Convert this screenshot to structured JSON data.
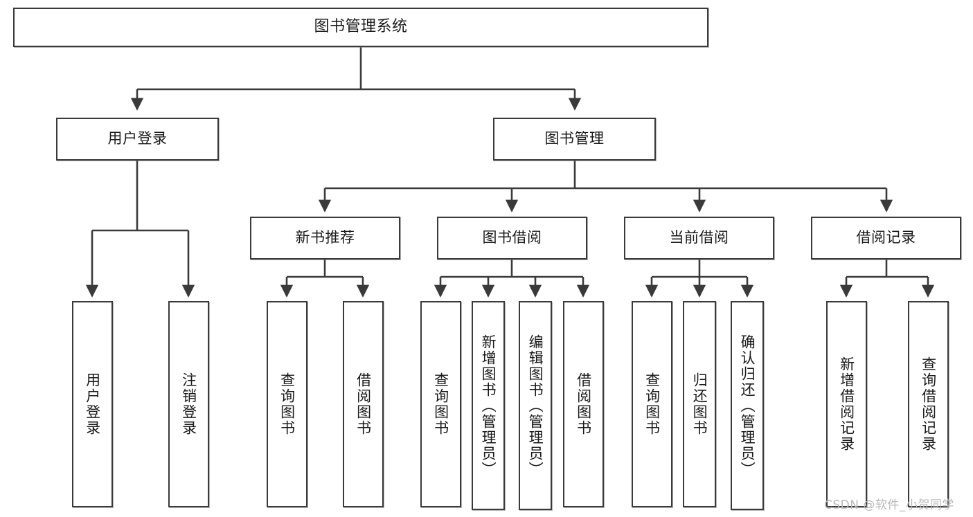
{
  "diagram": {
    "title": "图书管理系统",
    "type": "tree-hierarchy-diagram",
    "root": {
      "label": "图书管理系统"
    },
    "level1": [
      {
        "label": "用户登录"
      },
      {
        "label": "图书管理"
      }
    ],
    "level2": [
      {
        "label": "新书推荐"
      },
      {
        "label": "图书借阅"
      },
      {
        "label": "当前借阅"
      },
      {
        "label": "借阅记录"
      }
    ],
    "leaves_user_login": [
      {
        "label": "用户登录"
      },
      {
        "label": "注销登录"
      }
    ],
    "leaves_new_books": [
      {
        "label": "查询图书"
      },
      {
        "label": "借阅图书"
      }
    ],
    "leaves_borrow": [
      {
        "label": "查询图书"
      },
      {
        "label": "新增图书（管理员）"
      },
      {
        "label": "编辑图书（管理员）"
      },
      {
        "label": "借阅图书"
      }
    ],
    "leaves_current": [
      {
        "label": "查询图书"
      },
      {
        "label": "归还图书"
      },
      {
        "label": "确认归还（管理员）"
      }
    ],
    "leaves_records": [
      {
        "label": "新增借阅记录"
      },
      {
        "label": "查询借阅记录"
      }
    ]
  },
  "watermark": {
    "text": "CSDN @软件_小贺同学"
  },
  "colors": {
    "border": "#3a3a3a",
    "text": "#1a1a1a",
    "background": "#ffffff",
    "watermark": "#b9b9b9"
  }
}
